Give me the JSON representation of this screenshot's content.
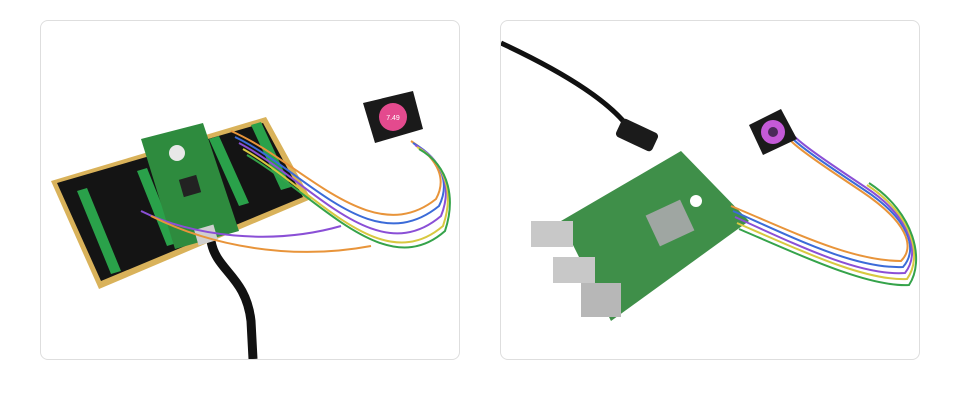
{
  "images": [
    {
      "subject": "raspberry-pi-pico-with-round-lcd",
      "display_text": "7.49"
    },
    {
      "subject": "raspberry-pi-4-with-square-lcd"
    }
  ]
}
